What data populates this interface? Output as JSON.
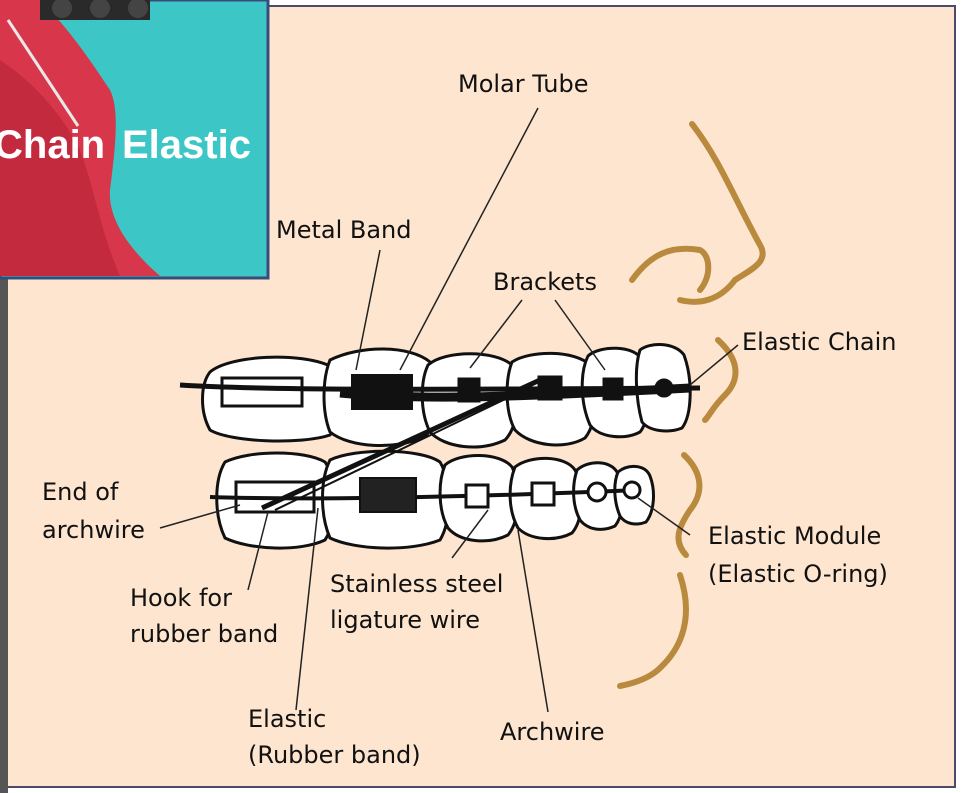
{
  "diagram": {
    "labels": {
      "molar_tube": "Molar Tube",
      "metal_band": "Metal Band",
      "brackets": "Brackets",
      "elastic_chain": "Elastic Chain",
      "end_of_archwire_1": "End of",
      "end_of_archwire_2": "archwire",
      "elastic_module_1": "Elastic Module",
      "elastic_module_2": "(Elastic O-ring)",
      "hook_1": "Hook for",
      "hook_2": "rubber band",
      "ligature_1": "Stainless steel",
      "ligature_2": "ligature wire",
      "elastic_1": "Elastic",
      "elastic_2": "(Rubber band)",
      "archwire": "Archwire"
    }
  },
  "inset": {
    "label_part1": "Chain",
    "label_part2": "Elastic"
  },
  "colors": {
    "background": "#fde5cf",
    "border": "#5a5a7a",
    "face_profile": "#b98a3e",
    "inset_teal": "#3cc6c6",
    "inset_gum": "#d8364a"
  }
}
